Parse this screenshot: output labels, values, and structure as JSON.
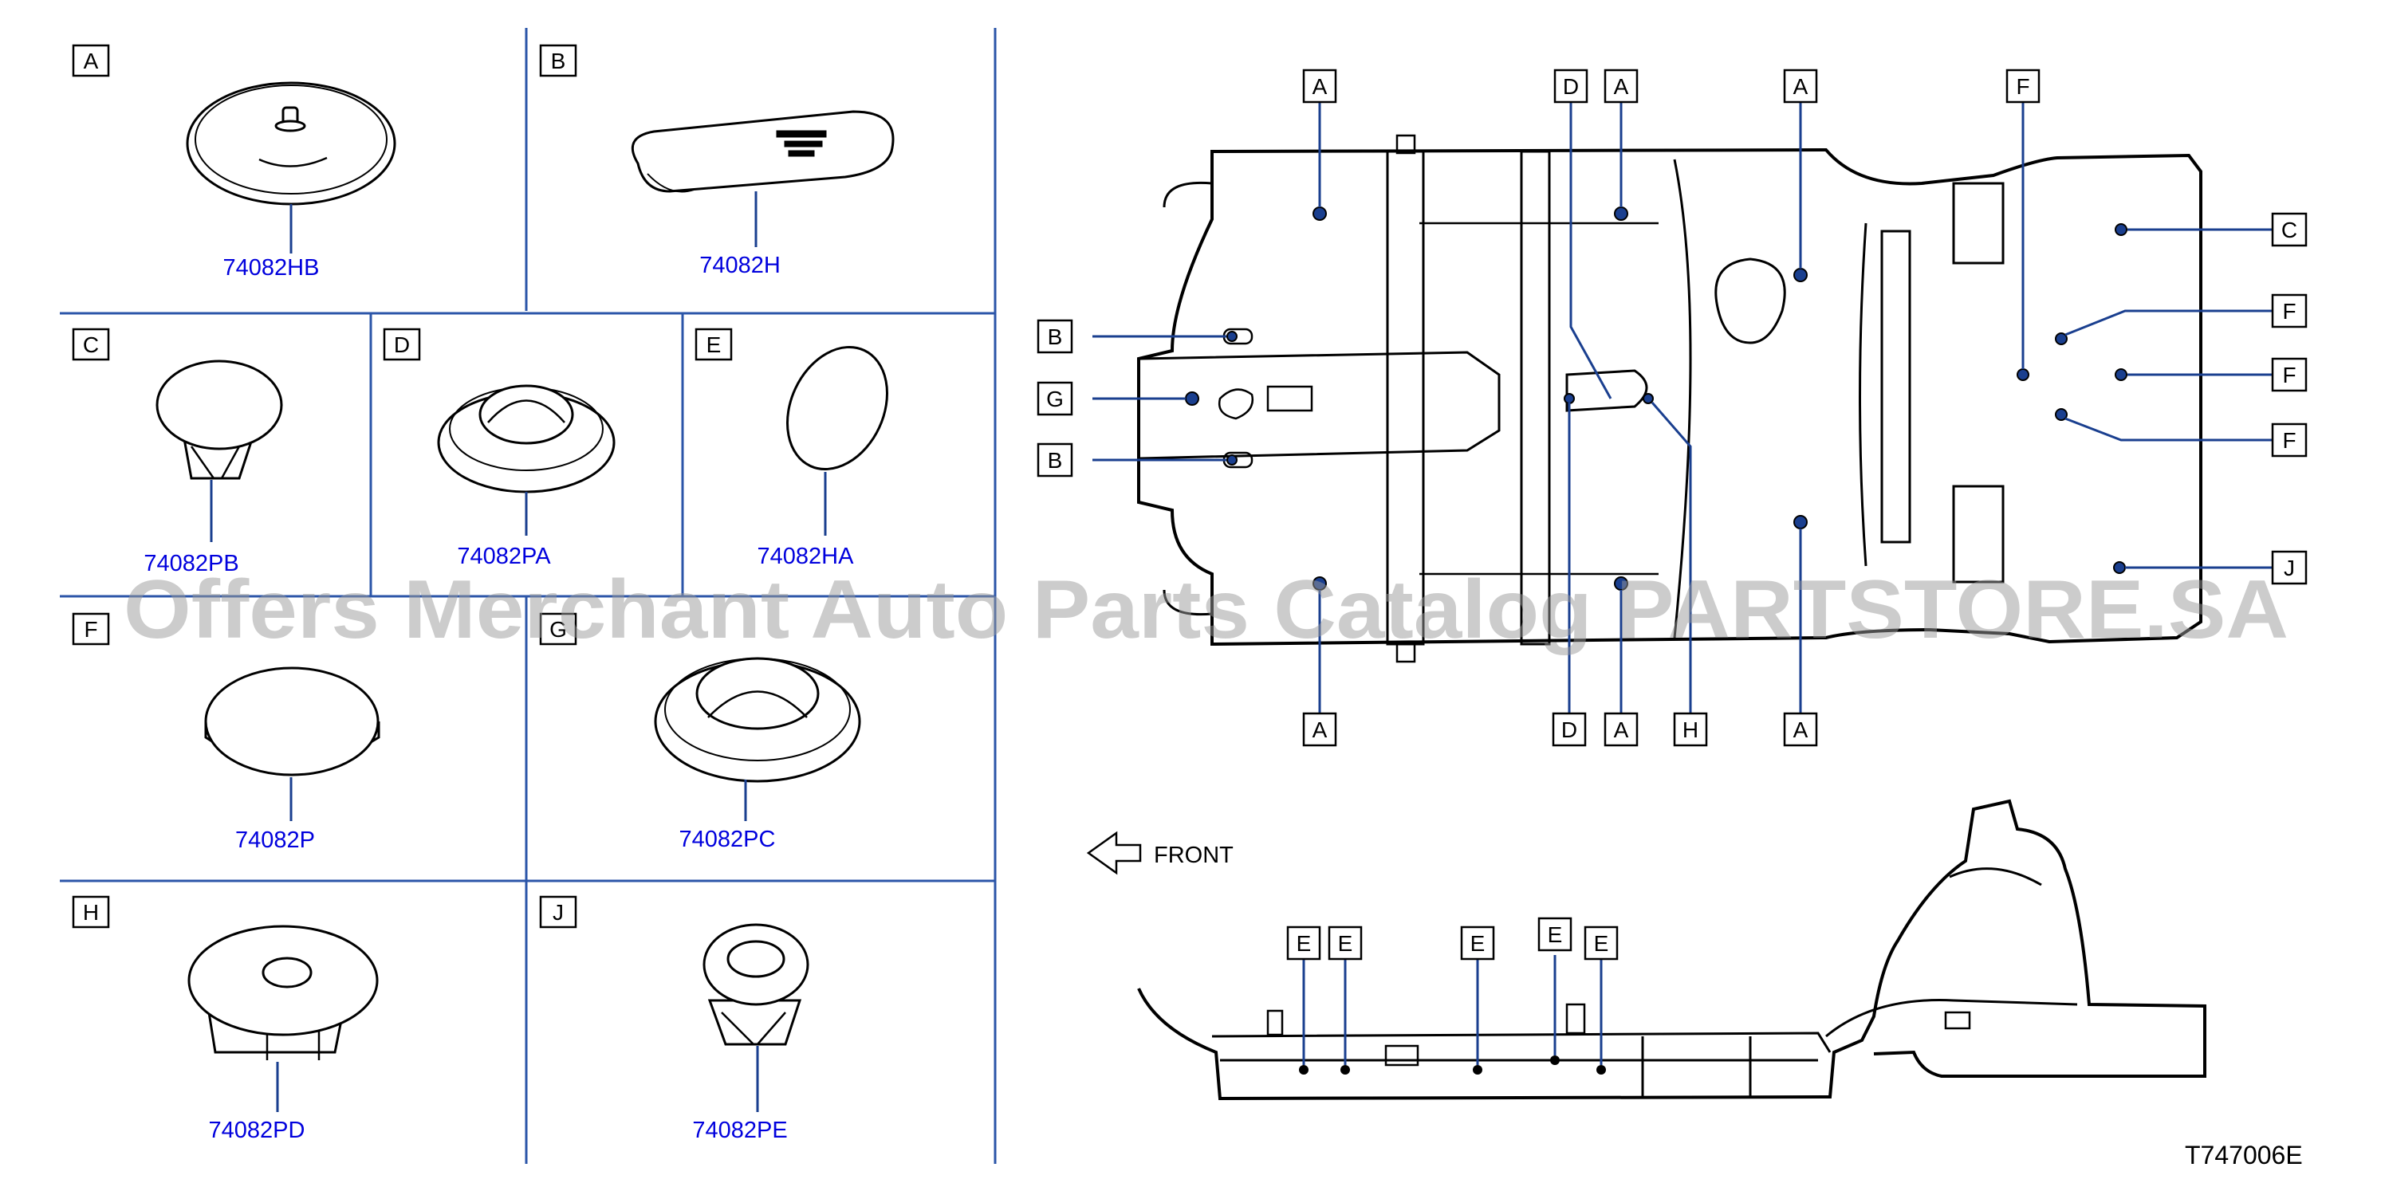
{
  "panels": [
    {
      "letter": "A",
      "part": "74082HB"
    },
    {
      "letter": "B",
      "part": "74082H"
    },
    {
      "letter": "C",
      "part": "74082PB"
    },
    {
      "letter": "D",
      "part": "74082PA"
    },
    {
      "letter": "E",
      "part": "74082HA"
    },
    {
      "letter": "F",
      "part": "74082P"
    },
    {
      "letter": "G",
      "part": "74082PC"
    },
    {
      "letter": "H",
      "part": "74082PD"
    },
    {
      "letter": "J",
      "part": "74082PE"
    }
  ],
  "plan_callouts": {
    "top": [
      "A",
      "D",
      "A",
      "A",
      "F"
    ],
    "left": [
      "B",
      "G",
      "B"
    ],
    "right": [
      "C",
      "F",
      "F",
      "F",
      "J"
    ],
    "bottom": [
      "A",
      "D",
      "A",
      "H",
      "A"
    ]
  },
  "side_callouts": [
    "E",
    "E",
    "E",
    "E",
    "E"
  ],
  "front_label": "FRONT",
  "diagram_code": "T747006E",
  "watermark": "Offers Merchant Auto Parts Catalog PARTSTORE.SA",
  "colors": {
    "grid_line": "#2b55a8",
    "part_number": "#0000dd",
    "leader": "#1a3f8f"
  }
}
